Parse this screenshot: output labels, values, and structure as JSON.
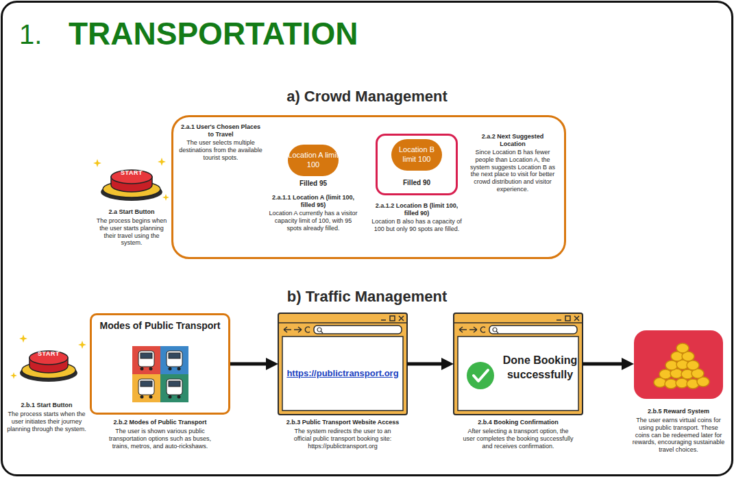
{
  "diagram": {
    "title": "TRANSPORTATION",
    "nodes": [
      {
        "text": [
          "START",
          "2.a Start Button",
          "The process begins when the user starts planning their travel using the system."
        ]
      },
      {
        "text": [
          "2.a.1 User's Chosen Places to Travel",
          "The user selects multiple destinations from the available tourist spots.",
          "2.a.2 Next Suggested Location",
          "Since Location B has fewer people than Location A, the system suggests Location B as the next place to visit for better crowd distribution and visitor experience."
        ]
      },
      {
        "text": [
          "Location A limit 100",
          "Filled 95",
          "2.a.1.1 Location A (limit 100, filled 95)",
          "Location A currently has a visitor capacity limit of 100, with 95 spots already filled."
        ],
        "in": 1
      },
      {
        "text": [
          "Filled 90",
          "2.a.1.2 Location B (limit 100, filled 90)",
          "Location B also has a capacity of 100 but only 90 spots are filled."
        ],
        "in": 1
      },
      {
        "text": [
          "Location B limit 100"
        ],
        "in": 3
      },
      {
        "text": [
          "START",
          "2.b.1 Start Button",
          "The process starts when the user initiates their journey planning through the system."
        ]
      },
      {
        "text": [
          "Modes of Public Transport",
          "2.b.2 Modes of Public Transport",
          "The user is shown various public transportation options such as buses, trains, metros, and auto-rickshaws."
        ]
      },
      {
        "text": [
          "https://publictransport.org",
          "2.b.3 Public Transport Website Access",
          "The system redirects the user to an official public transport booking site: https://publictransport.org"
        ]
      },
      {
        "text": [
          "Done Booking successfully",
          "2.b.4 Booking Confirmation",
          "After selecting a transport option, the user completes the booking successfully and receives confirmation."
        ]
      },
      {
        "text": [
          "2.b.5 Reward System",
          "The user earns virtual coins for using public transport. These coins can be redeemed later for rewards, encouraging sustainable travel choices."
        ]
      }
    ],
    "edges": [
      {
        "from": 6,
        "to": 7,
        "arrow": "to"
      },
      {
        "from": 7,
        "to": 8,
        "arrow": "to"
      },
      {
        "from": 8,
        "to": 9,
        "arrow": "to"
      }
    ],
    "labels": [
      "1.",
      "a) Crowd Management",
      "b) Traffic Management"
    ]
  }
}
